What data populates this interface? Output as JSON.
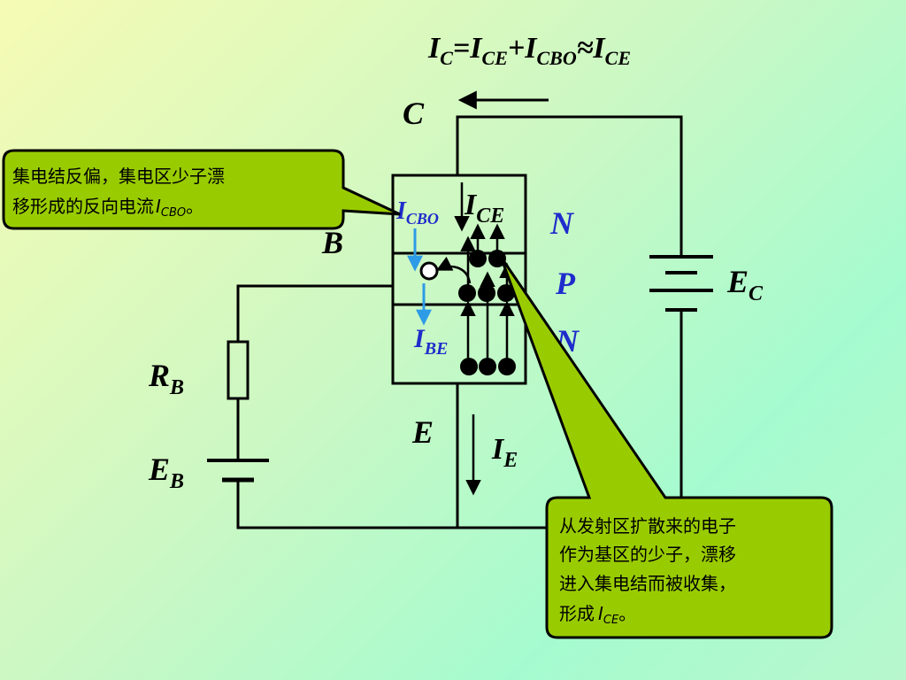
{
  "formula": {
    "ic_main": "I",
    "ic_sub": "C",
    "eq": "=",
    "ice_main": "I",
    "ice_sub": "CE",
    "plus": "+",
    "icbo_main": "I",
    "icbo_sub": "CBO",
    "approx": "≈",
    "ice2_main": "I",
    "ice2_sub": "CE"
  },
  "terminals": {
    "collector": "C",
    "base": "B",
    "emitter": "E"
  },
  "regions": {
    "top": "N",
    "middle": "P",
    "bottom": "N"
  },
  "currents": {
    "icbo_main": "I",
    "icbo_sub": "CBO",
    "ice_main": "I",
    "ice_sub": "CE",
    "ibe_main": "I",
    "ibe_sub": "BE",
    "ie_main": "I",
    "ie_sub": "E"
  },
  "components": {
    "rb_main": "R",
    "rb_sub": "B",
    "eb_main": "E",
    "eb_sub": "B",
    "ec_main": "E",
    "ec_sub": "C"
  },
  "callout_left": {
    "line1": "集电结反偏，集电区少子漂",
    "line2_text": "移形成的反向电流",
    "line2_i": "I",
    "line2_sub": "CBO",
    "line2_end": "。"
  },
  "callout_right": {
    "line1": "从发射区扩散来的电子",
    "line2": "作为基区的少子，漂移",
    "line3": "进入集电结而被收集，",
    "line4_text": "形成",
    "line4_i": "I",
    "line4_sub": "CE",
    "line4_end": "。"
  },
  "colors": {
    "callout_fill": "#99cc00",
    "region_blue": "#2b2bcc",
    "arrow_blue": "#2e9be6"
  }
}
